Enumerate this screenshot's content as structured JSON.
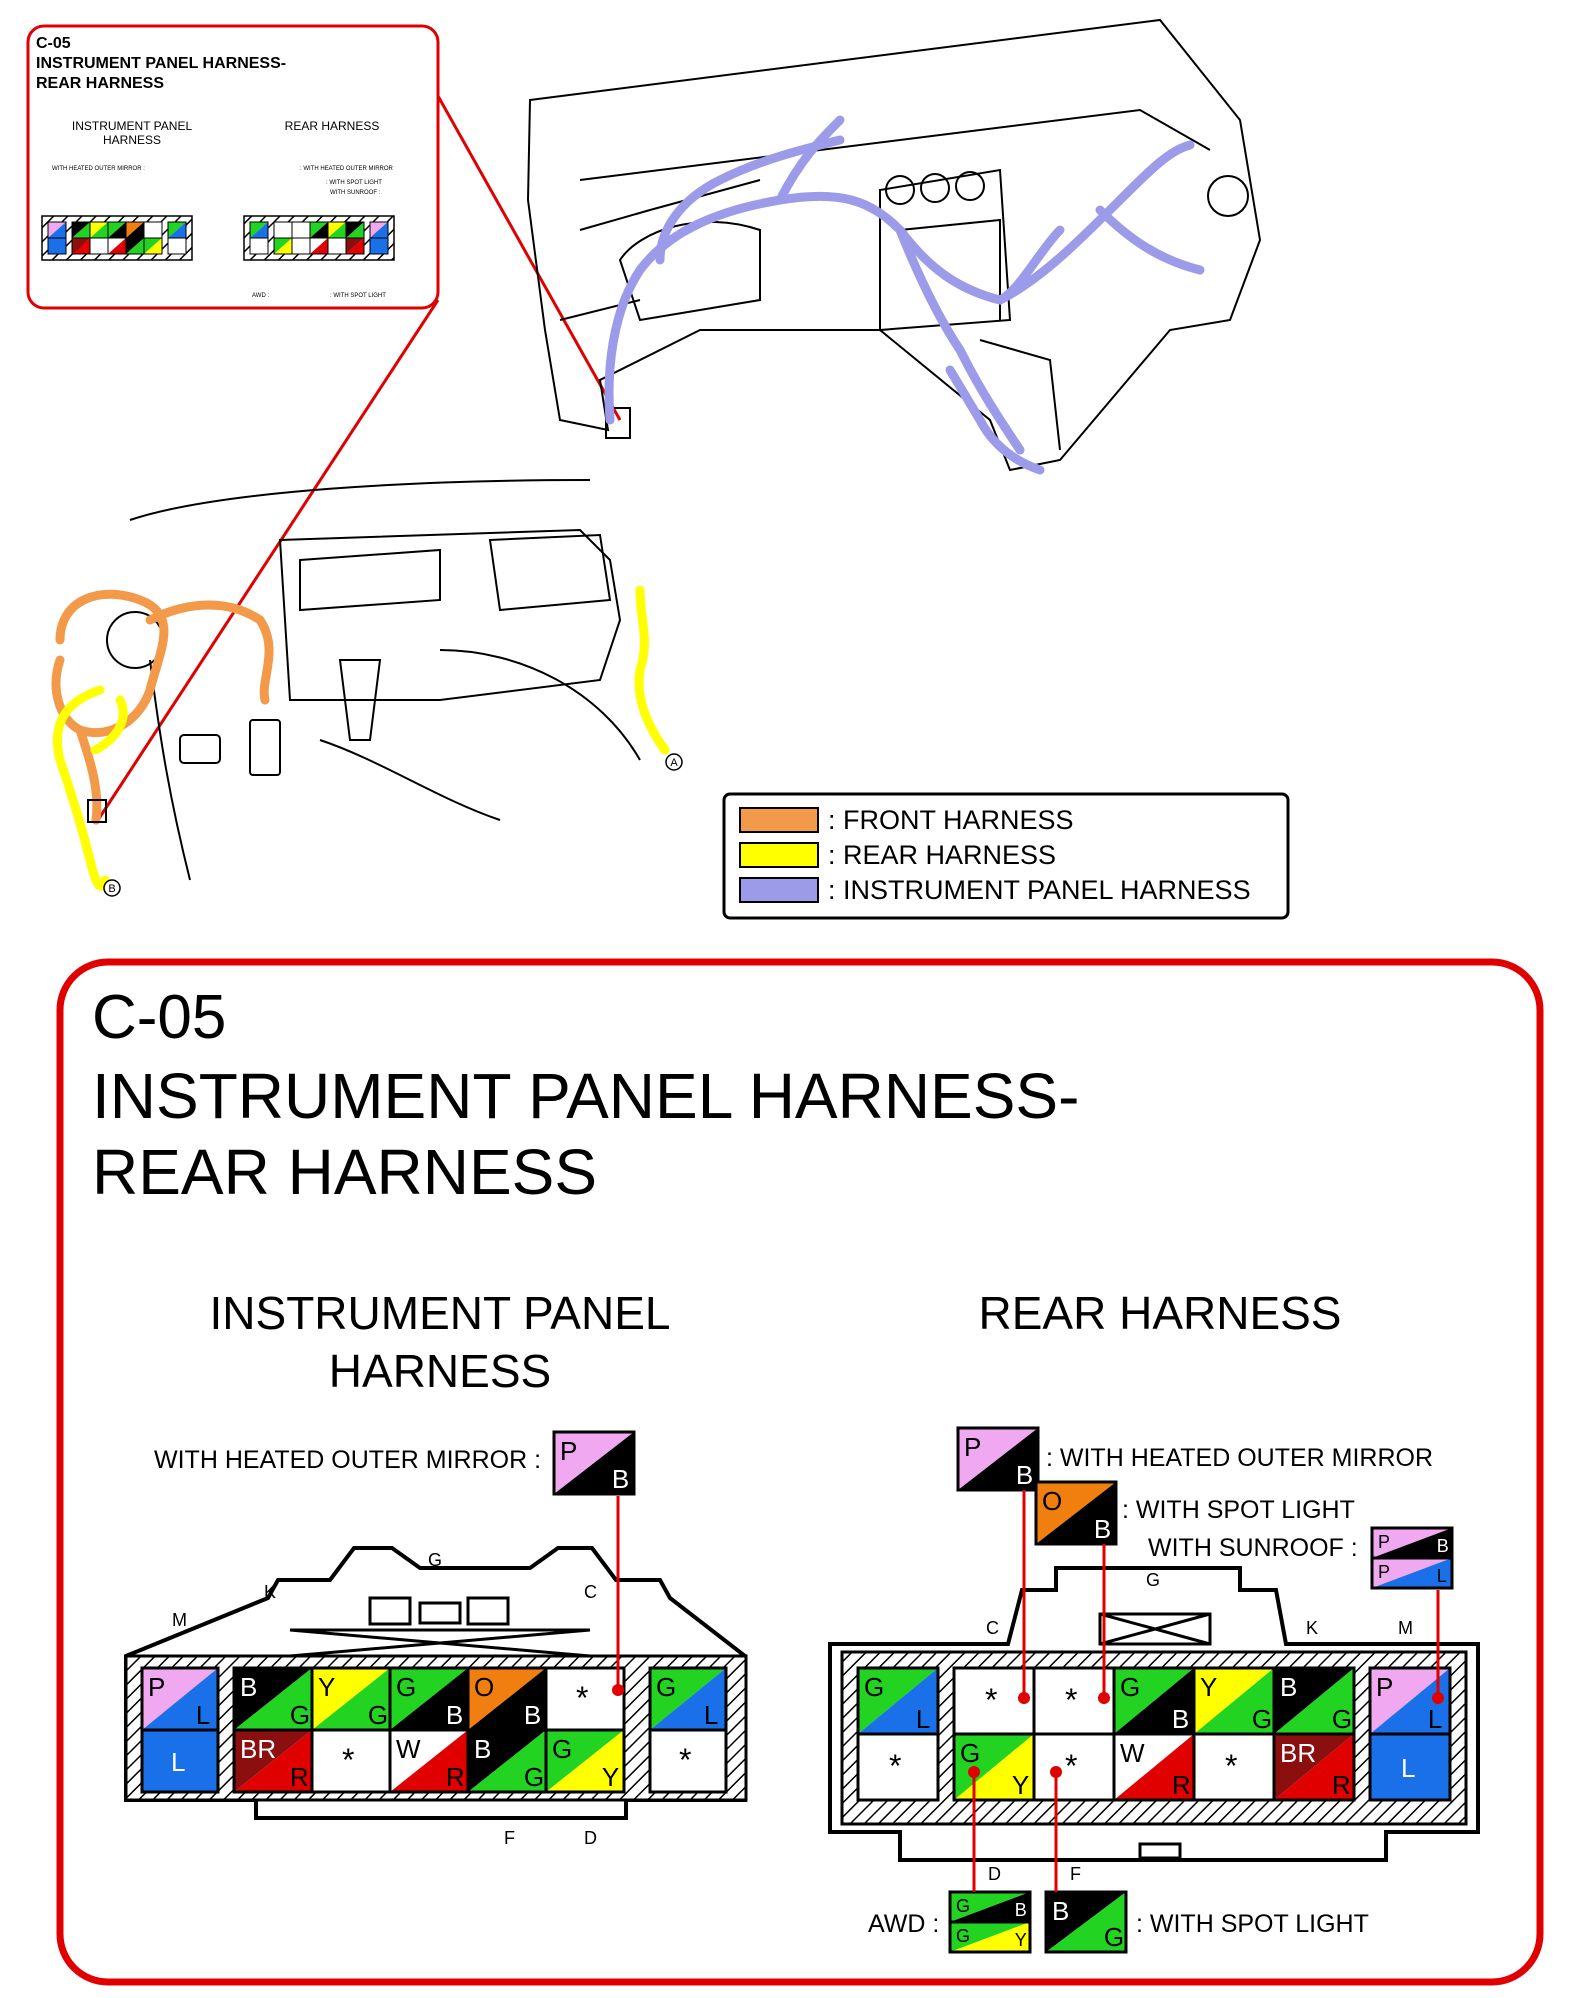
{
  "connector": {
    "code": "C-05",
    "title_line1": "INSTRUMENT PANEL HARNESS-",
    "title_line2": "REAR HARNESS"
  },
  "legend": {
    "items": [
      {
        "label": ": FRONT HARNESS",
        "color": "#f39a4a"
      },
      {
        "label": ": REAR HARNESS",
        "color": "#ffff00"
      },
      {
        "label": ": INSTRUMENT PANEL HARNESS",
        "color": "#9b9bea"
      }
    ]
  },
  "markers": {
    "a": "A",
    "b": "B"
  },
  "colors": {
    "P": "#f0a8f0",
    "L": "#1a70e8",
    "B": "#000000",
    "G": "#22d322",
    "Y": "#ffff00",
    "O": "#f07f10",
    "BR": "#8b0f0f",
    "R": "#e00000",
    "W": "#ffffff"
  },
  "ip": {
    "heading_line1": "INSTRUMENT PANEL",
    "heading_line2": "HARNESS",
    "option_label": "WITH HEATED OUTER MIRROR :",
    "option_wire": [
      "P",
      "B"
    ],
    "letters": {
      "g": "G",
      "k": "K",
      "c": "C",
      "m": "M",
      "f": "F",
      "d": "D"
    },
    "left_block": [
      [
        "P",
        "L"
      ],
      [
        "L"
      ]
    ],
    "right_block": [
      [
        "G",
        "L"
      ],
      [
        "*"
      ]
    ],
    "row1": [
      [
        "B",
        "G"
      ],
      [
        "Y",
        "G"
      ],
      [
        "G",
        "B"
      ],
      [
        "O",
        "B"
      ],
      [
        "*"
      ]
    ],
    "row2": [
      [
        "BR",
        "R"
      ],
      [
        "*"
      ],
      [
        "W",
        "R"
      ],
      [
        "B",
        "G"
      ],
      [
        "G",
        "Y"
      ]
    ]
  },
  "rear": {
    "heading": "REAR HARNESS",
    "opt_heated": ": WITH HEATED OUTER MIRROR",
    "opt_heated_wire": [
      "P",
      "B"
    ],
    "opt_spot": ": WITH SPOT LIGHT",
    "opt_spot_wire": [
      "O",
      "B"
    ],
    "opt_sunroof": "WITH SUNROOF :",
    "opt_sunroof_wire_top": [
      "P",
      "B"
    ],
    "opt_sunroof_wire_bot": [
      "P",
      "L"
    ],
    "awd_label": "AWD :",
    "awd_wire_top": [
      "G",
      "B"
    ],
    "awd_wire_bot": [
      "G",
      "Y"
    ],
    "spot2_label": ": WITH SPOT LIGHT",
    "spot2_wire": [
      "B",
      "G"
    ],
    "letters": {
      "g": "G",
      "c": "C",
      "k": "K",
      "m": "M",
      "d": "D",
      "f": "F"
    },
    "left_block": [
      [
        "G",
        "L"
      ],
      [
        "*"
      ]
    ],
    "right_block": [
      [
        "P",
        "L"
      ],
      [
        "L"
      ]
    ],
    "row1": [
      [
        "*"
      ],
      [
        "*"
      ],
      [
        "G",
        "B"
      ],
      [
        "Y",
        "G"
      ],
      [
        "B",
        "G"
      ]
    ],
    "row2": [
      [
        "G",
        "Y"
      ],
      [
        "*"
      ],
      [
        "W",
        "R"
      ],
      [
        "*"
      ],
      [
        "BR",
        "R"
      ]
    ]
  },
  "inset": {
    "code": "C-05",
    "title_line1": "INSTRUMENT PANEL HARNESS-",
    "title_line2": "REAR HARNESS",
    "ip_heading_line1": "INSTRUMENT PANEL",
    "ip_heading_line2": "HARNESS",
    "rear_heading": "REAR HARNESS",
    "ip_option": "WITH HEATED OUTER MIRROR :",
    "rear_opt1": ": WITH HEATED OUTER MIRROR",
    "rear_opt2": ": WITH SPOT LIGHT",
    "rear_opt3": "WITH SUNROOF :",
    "awd": "AWD :",
    "spot": ": WITH SPOT LIGHT"
  }
}
